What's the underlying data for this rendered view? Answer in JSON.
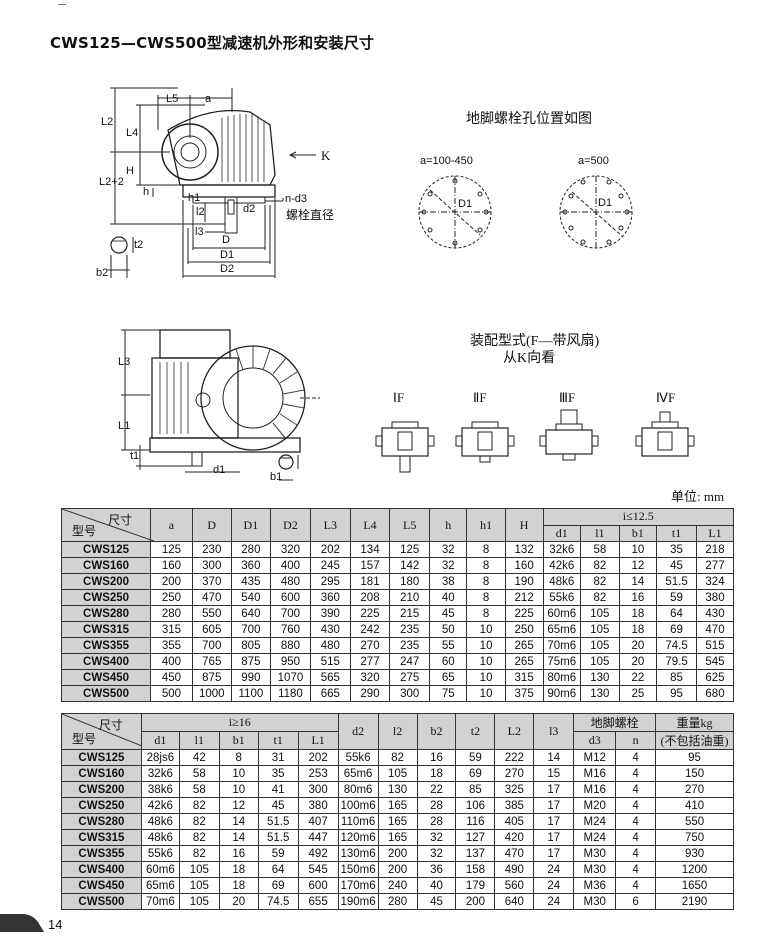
{
  "title": "CWS125—CWS500型减速机外形和安装尺寸",
  "diagram1": {
    "labels": {
      "L5": "L5",
      "a": "a",
      "L2": "L2",
      "L4": "L4",
      "H": "H",
      "L2p2": "L2+2",
      "h1": "h1",
      "h": "h",
      "l2": "l2",
      "d2": "d2",
      "t2": "t2",
      "l3": "l3",
      "D": "D",
      "D1": "D1",
      "D2": "D2",
      "b2": "b2",
      "K": "K",
      "nd3": "n-d3",
      "bolt": "螺栓直径"
    }
  },
  "bolt_section": {
    "title": "地脚螺栓孔位置如图",
    "left_label": "a=100-450",
    "right_label": "a=500",
    "d1_left": "D1",
    "d1_right": "D1"
  },
  "diagram2": {
    "labels": {
      "L3": "L3",
      "L1": "L1",
      "t1": "t1",
      "d1": "d1",
      "b1": "b1"
    }
  },
  "assembly": {
    "title": "装配型式(F—带风扇)",
    "subtitle": "从K向看",
    "forms": [
      "ⅠF",
      "ⅡF",
      "ⅢF",
      "ⅣF"
    ]
  },
  "unit": "单位: mm",
  "table1": {
    "corner_top": "尺寸",
    "corner_bottom": "型号",
    "headers": [
      "a",
      "D",
      "D1",
      "D2",
      "L3",
      "L4",
      "L5",
      "h",
      "h1",
      "H"
    ],
    "group": "i≤12.5",
    "sub_headers": [
      "d1",
      "l1",
      "b1",
      "t1",
      "L1"
    ],
    "rows": [
      [
        "CWS125",
        "125",
        "230",
        "280",
        "320",
        "202",
        "134",
        "125",
        "32",
        "8",
        "132",
        "32k6",
        "58",
        "10",
        "35",
        "218"
      ],
      [
        "CWS160",
        "160",
        "300",
        "360",
        "400",
        "245",
        "157",
        "142",
        "32",
        "8",
        "160",
        "42k6",
        "82",
        "12",
        "45",
        "277"
      ],
      [
        "CWS200",
        "200",
        "370",
        "435",
        "480",
        "295",
        "181",
        "180",
        "38",
        "8",
        "190",
        "48k6",
        "82",
        "14",
        "51.5",
        "324"
      ],
      [
        "CWS250",
        "250",
        "470",
        "540",
        "600",
        "360",
        "208",
        "210",
        "40",
        "8",
        "212",
        "55k6",
        "82",
        "16",
        "59",
        "380"
      ],
      [
        "CWS280",
        "280",
        "550",
        "640",
        "700",
        "390",
        "225",
        "215",
        "45",
        "8",
        "225",
        "60m6",
        "105",
        "18",
        "64",
        "430"
      ],
      [
        "CWS315",
        "315",
        "605",
        "700",
        "760",
        "430",
        "242",
        "235",
        "50",
        "10",
        "250",
        "65m6",
        "105",
        "18",
        "69",
        "470"
      ],
      [
        "CWS355",
        "355",
        "700",
        "805",
        "880",
        "480",
        "270",
        "235",
        "55",
        "10",
        "265",
        "70m6",
        "105",
        "20",
        "74.5",
        "515"
      ],
      [
        "CWS400",
        "400",
        "765",
        "875",
        "950",
        "515",
        "277",
        "247",
        "60",
        "10",
        "265",
        "75m6",
        "105",
        "20",
        "79.5",
        "545"
      ],
      [
        "CWS450",
        "450",
        "875",
        "990",
        "1070",
        "565",
        "320",
        "275",
        "65",
        "10",
        "315",
        "80m6",
        "130",
        "22",
        "85",
        "625"
      ],
      [
        "CWS500",
        "500",
        "1000",
        "1100",
        "1180",
        "665",
        "290",
        "300",
        "75",
        "10",
        "375",
        "90m6",
        "130",
        "25",
        "95",
        "680"
      ]
    ]
  },
  "table2": {
    "corner_top": "尺寸",
    "corner_bottom": "型号",
    "group": "i≥16",
    "sub_headers": [
      "d1",
      "l1",
      "b1",
      "t1",
      "L1"
    ],
    "headers": [
      "d2",
      "l2",
      "b2",
      "t2",
      "L2",
      "l3"
    ],
    "bolt_group": "地脚螺栓",
    "bolt_sub": [
      "d3",
      "n"
    ],
    "weight": "重量kg",
    "weight_sub": "(不包括油重)",
    "rows": [
      [
        "CWS125",
        "28js6",
        "42",
        "8",
        "31",
        "202",
        "55k6",
        "82",
        "16",
        "59",
        "222",
        "14",
        "M12",
        "4",
        "95"
      ],
      [
        "CWS160",
        "32k6",
        "58",
        "10",
        "35",
        "253",
        "65m6",
        "105",
        "18",
        "69",
        "270",
        "15",
        "M16",
        "4",
        "150"
      ],
      [
        "CWS200",
        "38k6",
        "58",
        "10",
        "41",
        "300",
        "80m6",
        "130",
        "22",
        "85",
        "325",
        "17",
        "M16",
        "4",
        "270"
      ],
      [
        "CWS250",
        "42k6",
        "82",
        "12",
        "45",
        "380",
        "100m6",
        "165",
        "28",
        "106",
        "385",
        "17",
        "M20",
        "4",
        "410"
      ],
      [
        "CWS280",
        "48k6",
        "82",
        "14",
        "51.5",
        "407",
        "110m6",
        "165",
        "28",
        "116",
        "405",
        "17",
        "M24",
        "4",
        "550"
      ],
      [
        "CWS315",
        "48k6",
        "82",
        "14",
        "51.5",
        "447",
        "120m6",
        "165",
        "32",
        "127",
        "420",
        "17",
        "M24",
        "4",
        "750"
      ],
      [
        "CWS355",
        "55k6",
        "82",
        "16",
        "59",
        "492",
        "130m6",
        "200",
        "32",
        "137",
        "470",
        "17",
        "M30",
        "4",
        "930"
      ],
      [
        "CWS400",
        "60m6",
        "105",
        "18",
        "64",
        "545",
        "150m6",
        "200",
        "36",
        "158",
        "490",
        "24",
        "M30",
        "4",
        "1200"
      ],
      [
        "CWS450",
        "65m6",
        "105",
        "18",
        "69",
        "600",
        "170m6",
        "240",
        "40",
        "179",
        "560",
        "24",
        "M36",
        "4",
        "1650"
      ],
      [
        "CWS500",
        "70m6",
        "105",
        "20",
        "74.5",
        "655",
        "190m6",
        "280",
        "45",
        "200",
        "640",
        "24",
        "M30",
        "6",
        "2190"
      ]
    ]
  },
  "page_number": "14"
}
